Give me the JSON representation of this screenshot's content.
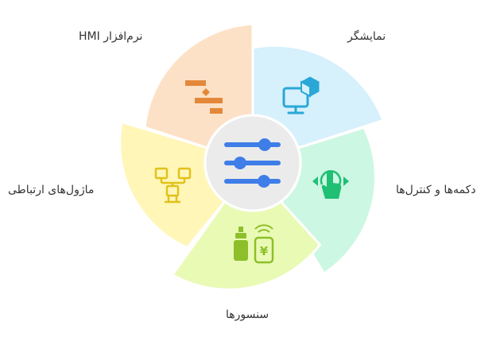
{
  "segments": [
    {
      "label": "نمایشگر",
      "color": "#d6f0fc",
      "icon": "monitor-cube-icon",
      "icon_color": "#2aa7d6"
    },
    {
      "label": "دکمه‌ها و کنترل‌ها",
      "color": "#ccf7e2",
      "icon": "touch-button-icon",
      "icon_color": "#1fbf74"
    },
    {
      "label": "سنسورها",
      "color": "#e9fab5",
      "icon": "sensor-device-icon",
      "icon_color": "#8dbf2a"
    },
    {
      "label": "ماژول‌های ارتباطی",
      "color": "#fff6b8",
      "icon": "network-module-icon",
      "icon_color": "#e0c21a"
    },
    {
      "label": "HMI نرم‌افزار",
      "color": "#fde1c7",
      "icon": "flowchart-icon",
      "icon_color": "#e3883a"
    }
  ],
  "center": {
    "icon": "sliders-icon",
    "color": "#3f7de8",
    "circle_color": "#ebebeb"
  }
}
